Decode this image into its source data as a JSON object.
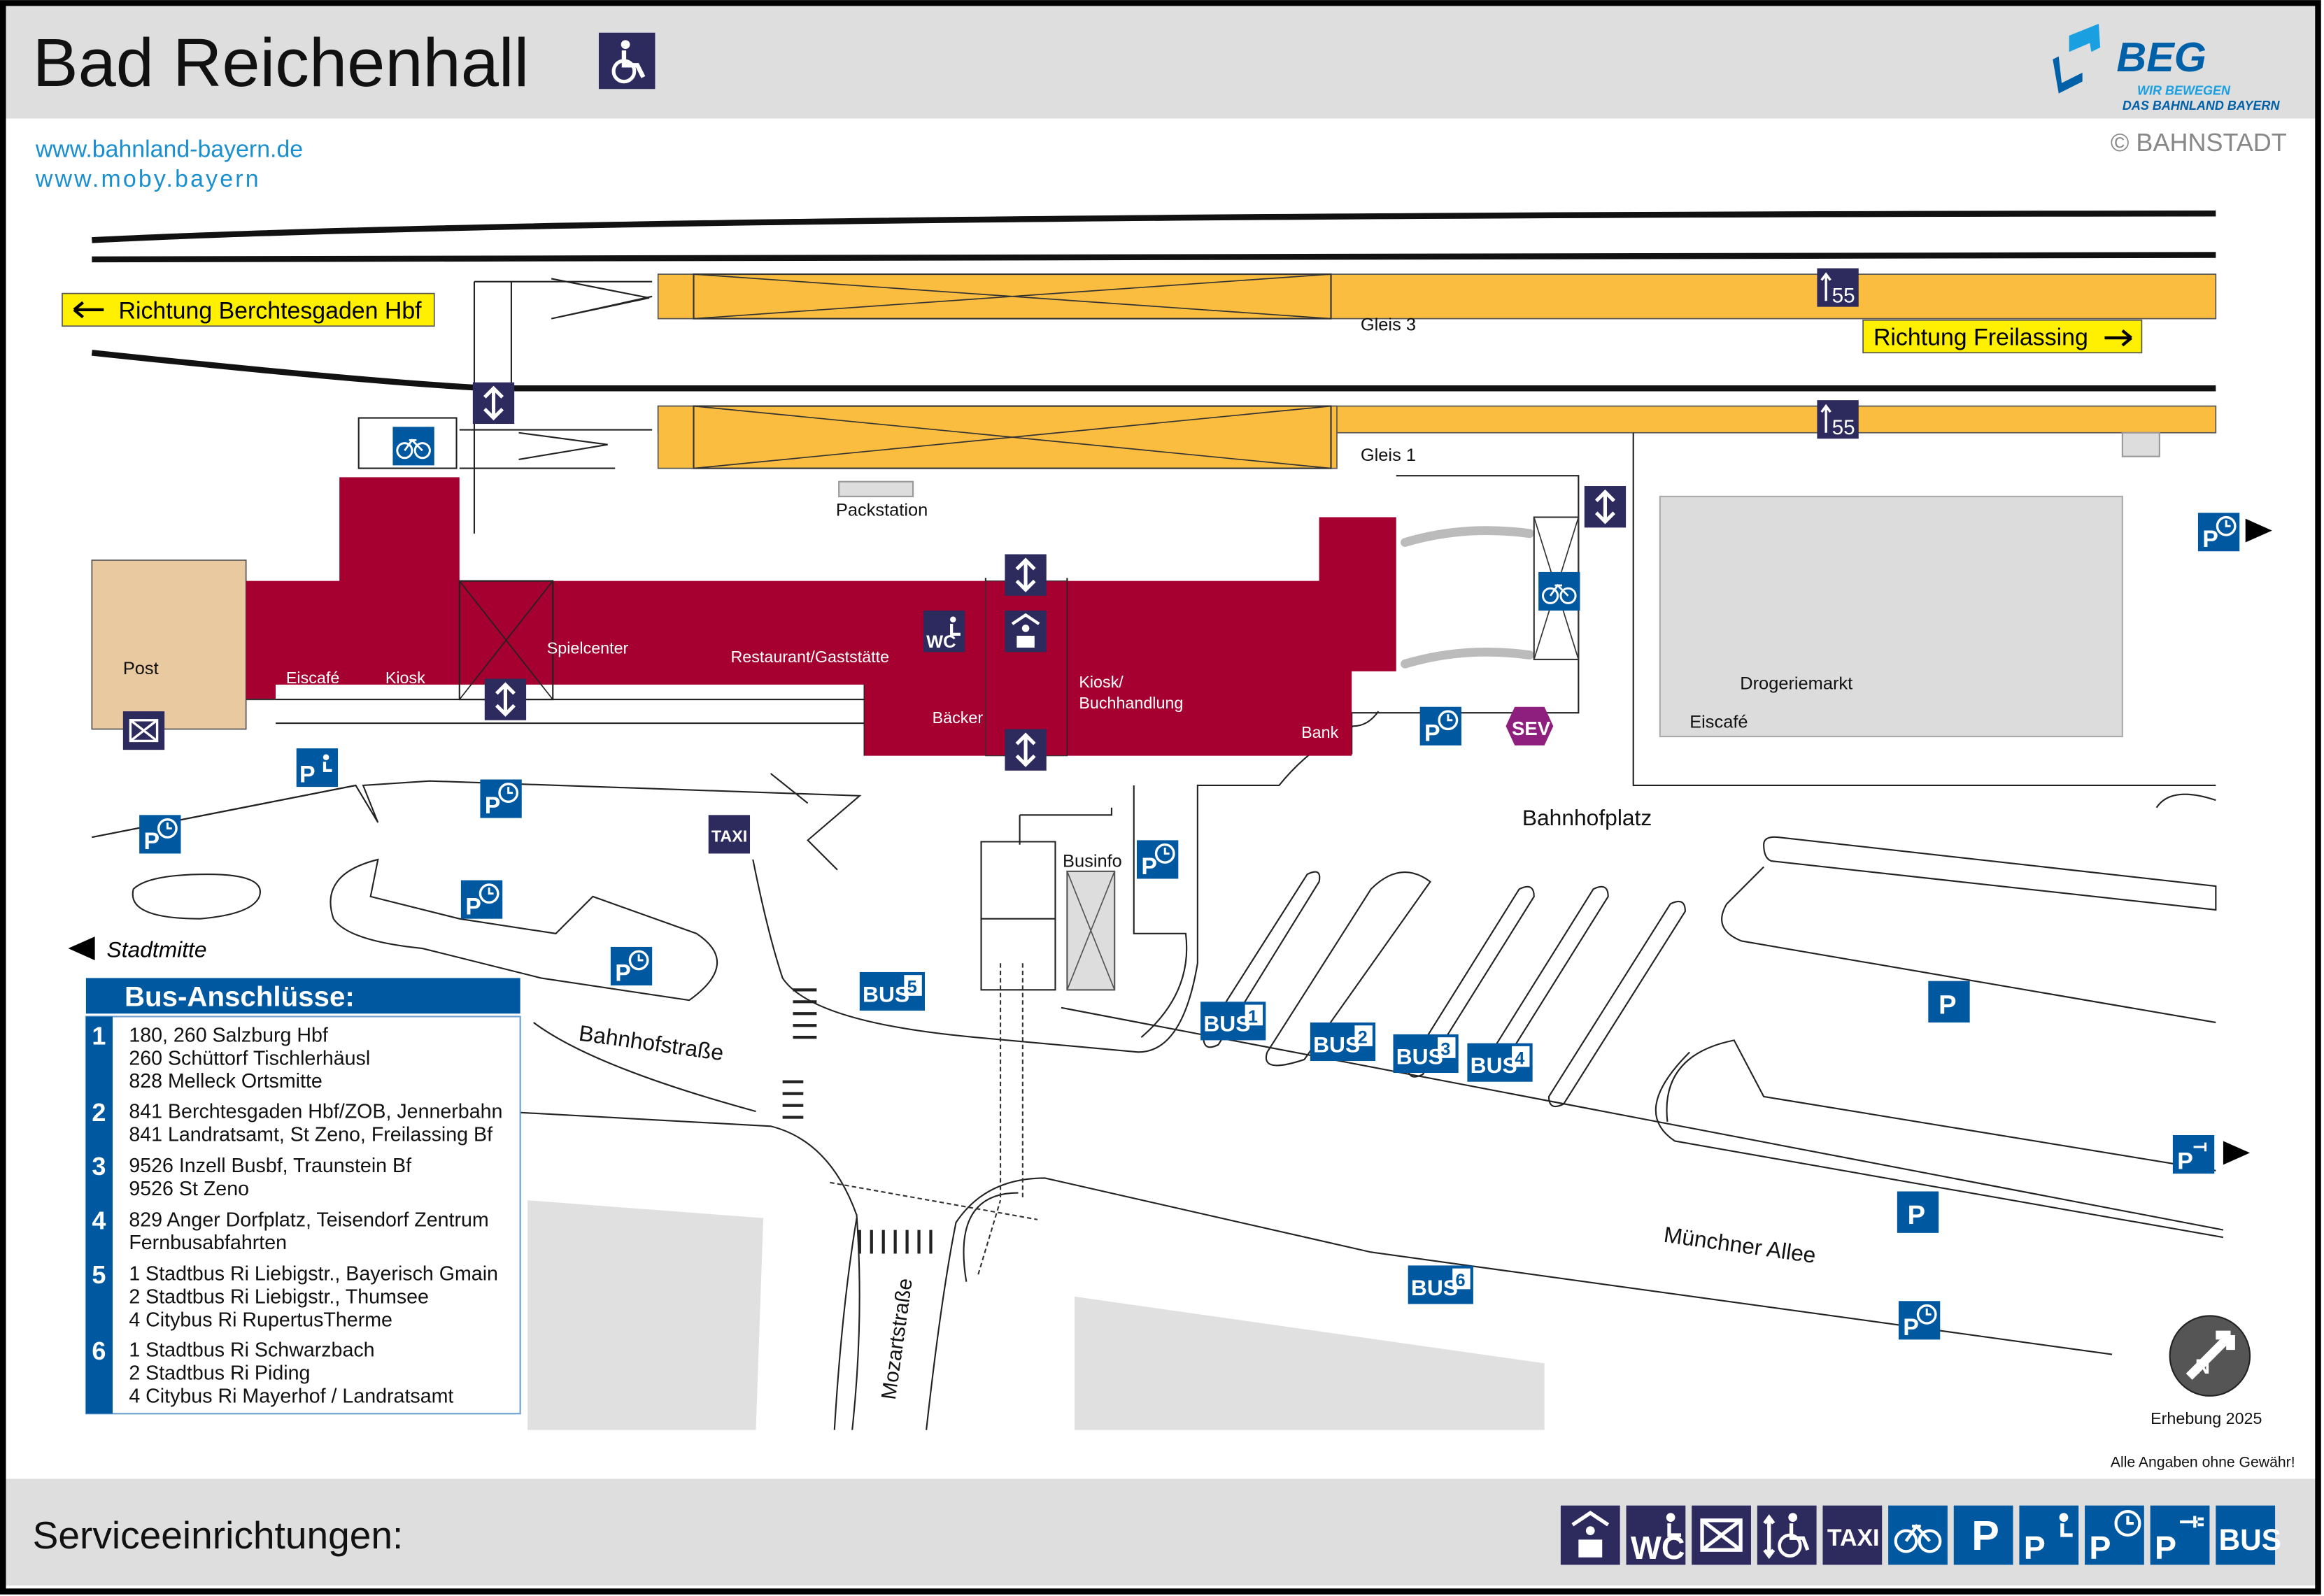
{
  "header": {
    "title": "Bad Reichenhall",
    "logo": {
      "name": "BEG",
      "tagline1": "WIR BEWEGEN",
      "tagline2": "DAS BAHNLAND BAYERN"
    },
    "copyright": "© BAHNSTADT",
    "links": [
      "www.bahnland-bayern.de",
      "www.moby.bayern"
    ]
  },
  "directions": {
    "left": "Richtung Berchtesgaden Hbf",
    "right": "Richtung Freilassing",
    "city": "Stadtmitte"
  },
  "tracks": [
    {
      "label": "Gleis 3",
      "height_cm": "55"
    },
    {
      "label": "Gleis 1",
      "height_cm": "55"
    }
  ],
  "places": {
    "post": "Post",
    "eiscafe": "Eiscafé",
    "kiosk": "Kiosk",
    "spielcenter": "Spielcenter",
    "restaurant": "Restaurant/Gaststätte",
    "baecker": "Bäcker",
    "kiosk_buch_1": "Kiosk/",
    "kiosk_buch_2": "Buchhandlung",
    "bank": "Bank",
    "packstation": "Packstation",
    "drogeriemarkt": "Drogeriemarkt",
    "eiscafe2": "Eiscafé",
    "bahnhofplatz": "Bahnhofplatz",
    "businfo": "Businfo",
    "bahnhofstrasse": "Bahnhofstraße",
    "mozartstrasse": "Mozartstraße",
    "muenchner_allee": "Münchner Allee"
  },
  "icon_text": {
    "wc": "WC",
    "taxi": "TAXI",
    "sev": "SEV",
    "bus": "BUS",
    "p": "P"
  },
  "bus_stops": [
    "1",
    "2",
    "3",
    "4",
    "5",
    "6"
  ],
  "bus_connections": {
    "title": "Bus-Anschlüsse:",
    "rows": [
      {
        "num": "1",
        "lines": [
          "180, 260 Salzburg Hbf",
          "260 Schüttorf Tischlerhäusl",
          "828 Melleck Ortsmitte"
        ]
      },
      {
        "num": "2",
        "lines": [
          "841 Berchtesgaden Hbf/ZOB, Jennerbahn",
          "841 Landratsamt, St Zeno, Freilassing Bf"
        ]
      },
      {
        "num": "3",
        "lines": [
          "9526 Inzell Busbf, Traunstein Bf",
          "9526 St Zeno"
        ]
      },
      {
        "num": "4",
        "lines": [
          "829 Anger Dorfplatz, Teisendorf Zentrum",
          "Fernbusabfahrten"
        ]
      },
      {
        "num": "5",
        "lines": [
          "1 Stadtbus Ri Liebigstr., Bayerisch Gmain",
          "2 Stadtbus Ri Liebigstr., Thumsee",
          "4 Citybus Ri RupertusTherme"
        ]
      },
      {
        "num": "6",
        "lines": [
          "1 Stadtbus Ri Schwarzbach",
          "2 Stadtbus Ri Piding",
          "4 Citybus Ri Mayerhof / Landratsamt"
        ]
      }
    ]
  },
  "survey": "Erhebung 2025",
  "disclaimer": "Alle Angaben ohne Gewähr!",
  "footer": {
    "title": "Serviceeinrichtungen:",
    "icons": [
      "info-desk",
      "wc-accessible",
      "post",
      "accessible-lift",
      "taxi",
      "bike-parking",
      "parking",
      "parking-accessible",
      "parking-short-term",
      "parking-ev-charging",
      "bus"
    ]
  },
  "colors": {
    "platform": "#fbbd3f",
    "building": "#a5002f",
    "icon_blue": "#0058a0",
    "icon_navy": "#2d2a5e",
    "sev": "#8e1f7e",
    "link": "#1a8fd0"
  }
}
